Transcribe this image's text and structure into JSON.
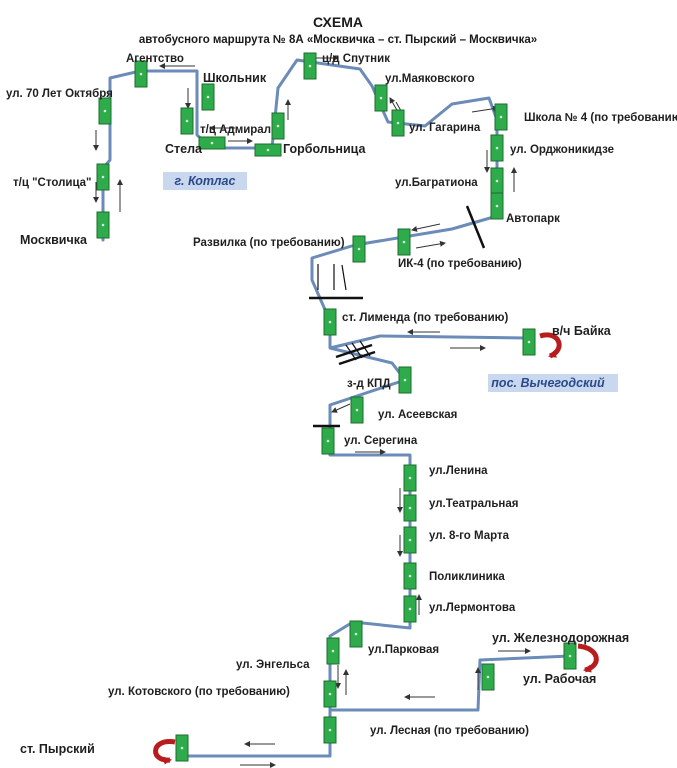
{
  "title": {
    "line1": "СХЕМА",
    "line2": "автобусного маршрута № 8А «Москвичка – ст. Пырский  – Москвичка»"
  },
  "colors": {
    "route": "#6b8bb8",
    "stop_fill": "#2eab4a",
    "stop_stroke": "#1c6e2c",
    "area_fill": "#c9d8ee",
    "turn_arrow": "#b81c1c"
  },
  "areas": [
    {
      "id": "kotlas",
      "text": "г. Котлас"
    },
    {
      "id": "vychegodsky",
      "text": "пос. Вычегодский"
    }
  ],
  "stops": [
    {
      "id": "agentstvo",
      "label": "Агентство"
    },
    {
      "id": "shkolnik",
      "label": "Школьник"
    },
    {
      "id": "sputnik",
      "label": "ц/д Спутник"
    },
    {
      "id": "mayakovskogo",
      "label": "ул.Маяковского"
    },
    {
      "id": "70let",
      "label": "ул. 70 Лет Октября"
    },
    {
      "id": "admiral",
      "label": "т/ц Адмирал"
    },
    {
      "id": "stela",
      "label": "Стела"
    },
    {
      "id": "gorbolnitsa",
      "label": "Горбольница"
    },
    {
      "id": "gagarina",
      "label": "ул. Гагарина"
    },
    {
      "id": "shkola4",
      "label": "Школа № 4 (по требованию)"
    },
    {
      "id": "ordzhonikidze",
      "label": "ул. Орджоникидзе"
    },
    {
      "id": "stolitsa",
      "label": "т/ц \"Столица\""
    },
    {
      "id": "bagrationa",
      "label": "ул.Багратиона"
    },
    {
      "id": "avtopark",
      "label": "Автопарк"
    },
    {
      "id": "moskvichka",
      "label": "Москвичка"
    },
    {
      "id": "razvilka",
      "label": "Развилка (по требованию)"
    },
    {
      "id": "ik4",
      "label": "ИК-4 (по требованию)"
    },
    {
      "id": "limenda",
      "label": "ст. Лименда (по требованию)"
    },
    {
      "id": "bayka",
      "label": "в/ч Байка"
    },
    {
      "id": "kpd",
      "label": "з-д КПД"
    },
    {
      "id": "aseevskaya",
      "label": "ул. Асеевская"
    },
    {
      "id": "seregina",
      "label": "ул. Серегина"
    },
    {
      "id": "lenina",
      "label": "ул.Ленина"
    },
    {
      "id": "teatralnaya",
      "label": "ул.Театральная"
    },
    {
      "id": "8marta",
      "label": "ул. 8-го Марта"
    },
    {
      "id": "poliklinika",
      "label": "Поликлиника"
    },
    {
      "id": "lermontova",
      "label": "ул.Лермонтова"
    },
    {
      "id": "zheleznodorozhnaya",
      "label": "ул. Железнодорожная"
    },
    {
      "id": "parkovaya",
      "label": "ул.Парковая"
    },
    {
      "id": "engelsa",
      "label": "ул. Энгельса"
    },
    {
      "id": "rabochaya",
      "label": "ул. Рабочая"
    },
    {
      "id": "kotovskogo",
      "label": "ул. Котовского (по требованию)"
    },
    {
      "id": "lesnaya",
      "label": "ул. Лесная (по требованию)"
    },
    {
      "id": "pyrsky",
      "label": "ст. Пырский"
    }
  ]
}
